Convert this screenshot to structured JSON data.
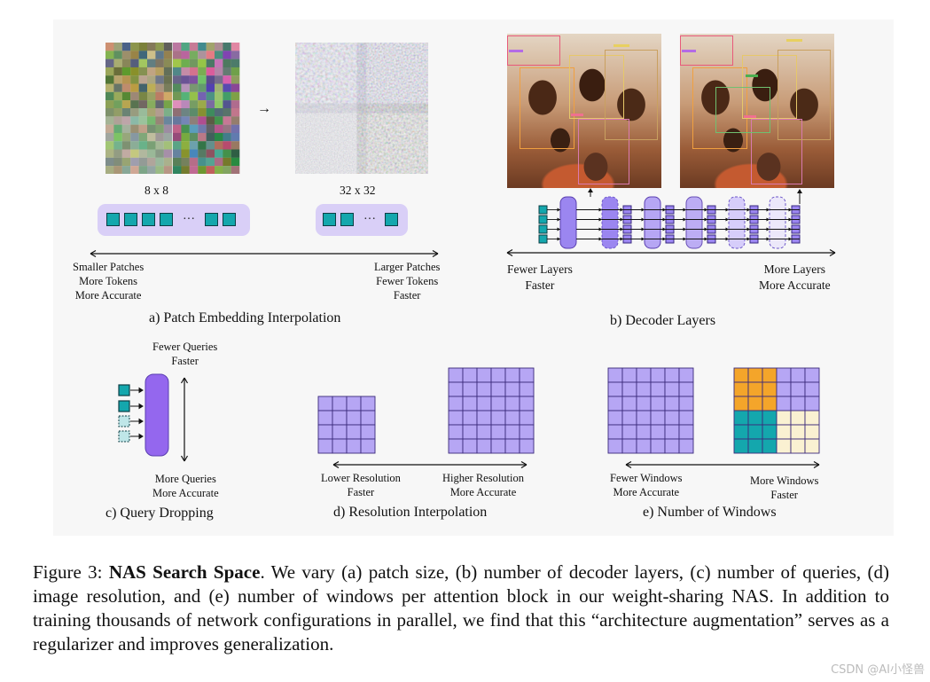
{
  "panels": {
    "a": {
      "title": "a) Patch Embedding Interpolation",
      "left_size": "8 x 8",
      "right_size": "32 x 32",
      "ellipsis": "···",
      "left_label": [
        "Smaller Patches",
        "More Tokens",
        "More Accurate"
      ],
      "right_label": [
        "Larger Patches",
        "Fewer Tokens",
        "Faster"
      ]
    },
    "b": {
      "title": "b) Decoder Layers",
      "left_label": [
        "Fewer Layers",
        "Faster"
      ],
      "right_label": [
        "More Layers",
        "More Accurate"
      ]
    },
    "c": {
      "title": "c) Query Dropping",
      "top_label": [
        "Fewer Queries",
        "Faster"
      ],
      "bottom_label": [
        "More Queries",
        "More Accurate"
      ]
    },
    "d": {
      "title": "d) Resolution Interpolation",
      "left_label": [
        "Lower Resolution",
        "Faster"
      ],
      "right_label": [
        "Higher Resolution",
        "More Accurate"
      ]
    },
    "e": {
      "title": "e) Number of Windows",
      "left_label": [
        "Fewer Windows",
        "More Accurate"
      ],
      "right_label": [
        "More Windows",
        "Faster"
      ]
    }
  },
  "caption": {
    "prefix": "Figure 3: ",
    "bold": "NAS Search Space",
    "text": ".  We vary (a) patch size, (b) number of decoder layers, (c) number of queries, (d) image resolution, and (e) number of windows per attention block in our weight-sharing NAS. In addition to training thousands of network configurations in parallel, we find that this “architecture augmentation” serves as a regularizer and improves generalization."
  },
  "watermark": "CSDN @AI小怪兽",
  "colors": {
    "purple": "#9b86f0",
    "purple_light": "#b6a6f4",
    "purple_lighter": "#d6cdfa",
    "teal": "#14a7ad",
    "orange": "#f4a52a",
    "cream": "#faf1d2",
    "token_bar": "#d9cff7"
  }
}
